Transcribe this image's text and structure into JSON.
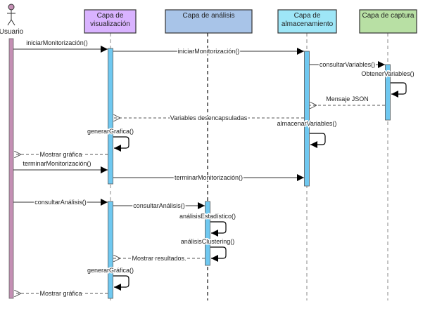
{
  "actor": {
    "label": "Usuario",
    "color": "#c48fb4"
  },
  "participants": [
    {
      "id": "vis",
      "label_lines": [
        "Capa de",
        "visualización"
      ],
      "color": "#d9b3ff"
    },
    {
      "id": "ana",
      "label_lines": [
        "Capa de análisis"
      ],
      "color": "#a8c4e8"
    },
    {
      "id": "alm",
      "label_lines": [
        "Capa de",
        "almacenamiento"
      ],
      "color": "#9ee6f7"
    },
    {
      "id": "cap",
      "label_lines": [
        "Capa de captura"
      ],
      "color": "#b8e0a4"
    }
  ],
  "activation_color": "#6fc8f0",
  "messages": [
    {
      "from": "user",
      "to": "vis",
      "type": "sync",
      "label": "iniciarMonitorización()"
    },
    {
      "from": "vis",
      "to": "alm",
      "type": "sync",
      "label": "iniciarMonitorización()"
    },
    {
      "from": "alm",
      "to": "cap",
      "type": "sync",
      "label": "consultarVariables()"
    },
    {
      "from": "cap",
      "to": "cap",
      "type": "self",
      "label": "ObtenerVariables()"
    },
    {
      "from": "cap",
      "to": "alm",
      "type": "return",
      "label": "Mensaje JSON"
    },
    {
      "from": "alm",
      "to": "vis",
      "type": "return",
      "label": "Variables desencapsuladas"
    },
    {
      "from": "alm",
      "to": "alm",
      "type": "self",
      "label": "almacenarVariables()"
    },
    {
      "from": "vis",
      "to": "vis",
      "type": "self",
      "label": "generarGrafica()"
    },
    {
      "from": "vis",
      "to": "user",
      "type": "return",
      "label": "Mostrar gráfica"
    },
    {
      "from": "user",
      "to": "vis",
      "type": "sync",
      "label": "terminarMonitorización()"
    },
    {
      "from": "vis",
      "to": "alm",
      "type": "sync",
      "label": "terminarMonitorización()"
    },
    {
      "from": "user",
      "to": "vis",
      "type": "sync",
      "label": "consultarAnálisis()"
    },
    {
      "from": "vis",
      "to": "ana",
      "type": "sync",
      "label": "consultarAnálisis()"
    },
    {
      "from": "ana",
      "to": "ana",
      "type": "self",
      "label": "análisisEstadístico()"
    },
    {
      "from": "ana",
      "to": "ana",
      "type": "self",
      "label": "análisisClustering()"
    },
    {
      "from": "ana",
      "to": "vis",
      "type": "return",
      "label": "Mostrar resultados."
    },
    {
      "from": "vis",
      "to": "vis",
      "type": "self",
      "label": "generarGráfica()"
    },
    {
      "from": "vis",
      "to": "user",
      "type": "return",
      "label": "Mostrar gráfica"
    }
  ]
}
